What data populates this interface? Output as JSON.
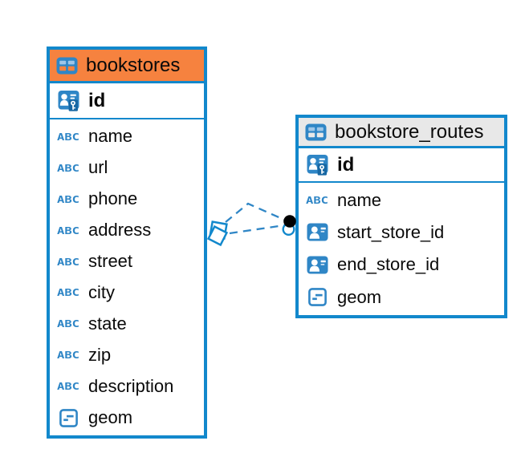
{
  "colors": {
    "table_border": "#1288cc",
    "icon_blue": "#2f86c6",
    "header_orange": "#f6823f",
    "header_gray": "#e8e8e8",
    "connector_blue": "#2f86c6",
    "dot_black": "#000000"
  },
  "tables": [
    {
      "title": "bookstores",
      "header_style": "orange",
      "primary_key": {
        "name": "id",
        "icon": "person-key-icon"
      },
      "columns": [
        {
          "name": "name",
          "icon": "abc-icon",
          "kind": "abc"
        },
        {
          "name": "url",
          "icon": "abc-icon",
          "kind": "abc"
        },
        {
          "name": "phone",
          "icon": "abc-icon",
          "kind": "abc"
        },
        {
          "name": "address",
          "icon": "abc-icon",
          "kind": "abc"
        },
        {
          "name": "street",
          "icon": "abc-icon",
          "kind": "abc"
        },
        {
          "name": "city",
          "icon": "abc-icon",
          "kind": "abc"
        },
        {
          "name": "state",
          "icon": "abc-icon",
          "kind": "abc"
        },
        {
          "name": "zip",
          "icon": "abc-icon",
          "kind": "abc"
        },
        {
          "name": "description",
          "icon": "abc-icon",
          "kind": "abc"
        },
        {
          "name": "geom",
          "icon": "geometry-icon",
          "kind": "geom"
        }
      ]
    },
    {
      "title": "bookstore_routes",
      "header_style": "gray",
      "primary_key": {
        "name": "id",
        "icon": "person-key-icon"
      },
      "columns": [
        {
          "name": "name",
          "icon": "abc-icon",
          "kind": "abc"
        },
        {
          "name": "start_store_id",
          "icon": "person-card-icon",
          "kind": "fk"
        },
        {
          "name": "end_store_id",
          "icon": "person-card-icon",
          "kind": "fk"
        },
        {
          "name": "geom",
          "icon": "geometry-icon",
          "kind": "geom"
        }
      ]
    }
  ],
  "relationship": {
    "from_table": "bookstores",
    "to_table": "bookstore_routes",
    "line_style": "dashed",
    "line_count": 2,
    "source_marker": "double-diamond",
    "target_marker": "filled-dot-with-ring"
  }
}
